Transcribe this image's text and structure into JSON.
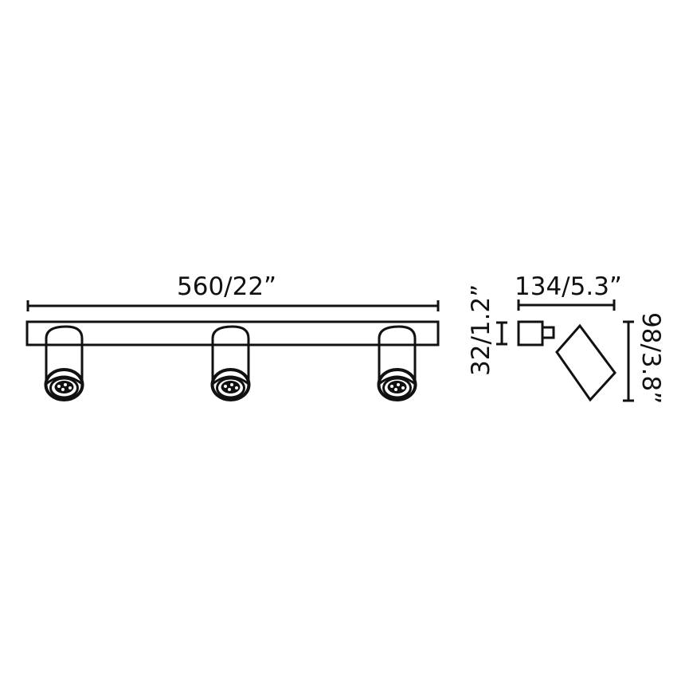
{
  "diagram": {
    "subject": "three-spotlight-ceiling-bar",
    "colors": {
      "stroke": "#111111",
      "background": "#ffffff"
    },
    "front_view": {
      "width_label": "560/22”",
      "spot_count": 3
    },
    "side_view": {
      "depth_label": "134/5.3”",
      "base_height_label": "32/1.2”",
      "total_height_label": "98/3.8”"
    }
  }
}
